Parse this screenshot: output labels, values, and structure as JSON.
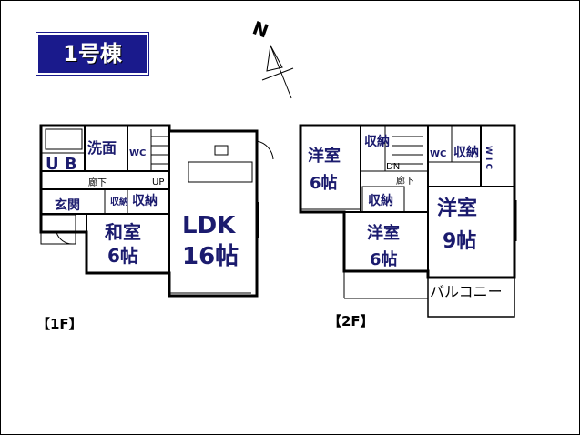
{
  "title": "1号棟",
  "compass": {
    "north": "N"
  },
  "floor1": {
    "label": "【1F】",
    "rooms": {
      "ub": "U B",
      "washroom": "洗面",
      "wc": "WC",
      "hallway": "廊下",
      "up": "UP",
      "entrance": "玄関",
      "storage_small": "収納",
      "storage": "収納",
      "washitsu_name": "和室",
      "washitsu_size": "6帖",
      "ldk_name": "LDK",
      "ldk_size": "16帖"
    }
  },
  "floor2": {
    "label": "【2F】",
    "rooms": {
      "youshitsu_a_name": "洋室",
      "youshitsu_a_size": "6帖",
      "storage_a": "収納",
      "dn": "DN",
      "hallway": "廊下",
      "wc": "WC",
      "storage_b": "収納",
      "wic": "W I C",
      "storage_c": "収納",
      "youshitsu_b_name": "洋室",
      "youshitsu_b_size": "6帖",
      "youshitsu_c_name": "洋室",
      "youshitsu_c_size": "9帖",
      "balcony": "バルコニー"
    }
  }
}
